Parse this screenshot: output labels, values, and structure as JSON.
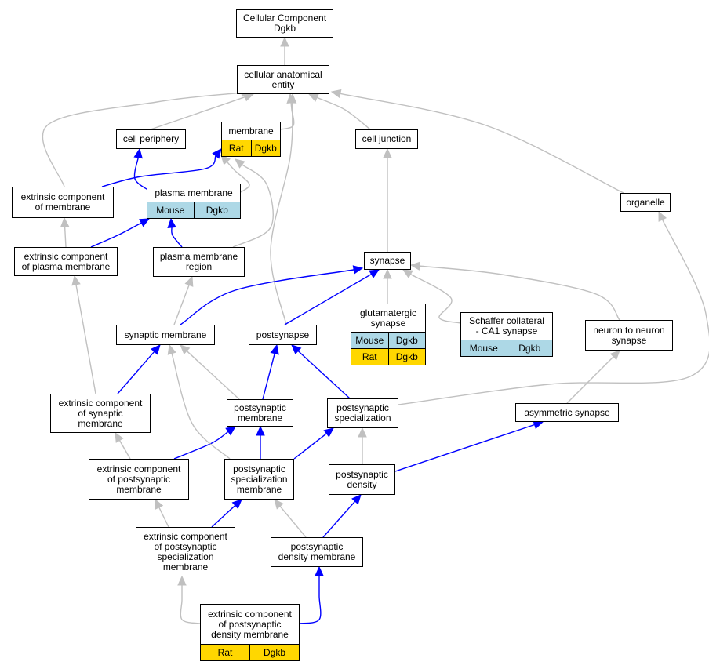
{
  "colors": {
    "gray_edge": "#c0c0c0",
    "blue_edge": "#0000ff",
    "mouse_fill": "#add8e6",
    "rat_fill": "#ffd700"
  },
  "nodes": {
    "root": {
      "label": "Cellular Component\nDgkb"
    },
    "cae": {
      "label": "cellular anatomical\nentity"
    },
    "cp": {
      "label": "cell periphery"
    },
    "mem": {
      "label": "membrane",
      "rows": [
        [
          {
            "text": "Rat",
            "color": "rat"
          },
          {
            "text": "Dgkb",
            "color": "rat"
          }
        ]
      ]
    },
    "cj": {
      "label": "cell junction"
    },
    "ecm": {
      "label": "extrinsic component\nof membrane"
    },
    "pm": {
      "label": "plasma membrane",
      "rows": [
        [
          {
            "text": "Mouse",
            "color": "mouse"
          },
          {
            "text": "Dgkb",
            "color": "mouse"
          }
        ]
      ]
    },
    "org": {
      "label": "organelle"
    },
    "ecpm": {
      "label": "extrinsic component\nof plasma membrane"
    },
    "pmr": {
      "label": "plasma membrane\nregion"
    },
    "syn": {
      "label": "synapse"
    },
    "synm": {
      "label": "synaptic membrane"
    },
    "post": {
      "label": "postsynapse"
    },
    "glut": {
      "label": "glutamatergic\nsynapse",
      "rows": [
        [
          {
            "text": "Mouse",
            "color": "mouse"
          },
          {
            "text": "Dgkb",
            "color": "mouse"
          }
        ],
        [
          {
            "text": "Rat",
            "color": "rat"
          },
          {
            "text": "Dgkb",
            "color": "rat"
          }
        ]
      ]
    },
    "schaf": {
      "label": "Schaffer collateral\n- CA1 synapse",
      "rows": [
        [
          {
            "text": "Mouse",
            "color": "mouse"
          },
          {
            "text": "Dgkb",
            "color": "mouse"
          }
        ]
      ]
    },
    "n2n": {
      "label": "neuron to neuron\nsynapse"
    },
    "ecsm": {
      "label": "extrinsic component\nof synaptic\nmembrane"
    },
    "psm": {
      "label": "postsynaptic\nmembrane"
    },
    "pss": {
      "label": "postsynaptic\nspecialization"
    },
    "asym": {
      "label": "asymmetric synapse"
    },
    "ecpsm": {
      "label": "extrinsic component\nof postsynaptic\nmembrane"
    },
    "pssm": {
      "label": "postsynaptic\nspecialization\nmembrane"
    },
    "psd": {
      "label": "postsynaptic\ndensity"
    },
    "ecpssm": {
      "label": "extrinsic component\nof postsynaptic\nspecialization\nmembrane"
    },
    "psdm": {
      "label": "postsynaptic\ndensity membrane"
    },
    "ecpsdm": {
      "label": "extrinsic component\nof postsynaptic\ndensity membrane",
      "rows": [
        [
          {
            "text": "Rat",
            "color": "rat"
          },
          {
            "text": "Dgkb",
            "color": "rat"
          }
        ]
      ]
    }
  },
  "edges": [
    {
      "from": "cae",
      "to": "root",
      "kind": "gray"
    },
    {
      "from": "cp",
      "to": "cae",
      "kind": "gray"
    },
    {
      "from": "mem",
      "to": "cae",
      "kind": "gray"
    },
    {
      "from": "cj",
      "to": "cae",
      "kind": "gray"
    },
    {
      "from": "org",
      "to": "cae",
      "kind": "gray"
    },
    {
      "from": "ecm",
      "to": "cae",
      "kind": "gray"
    },
    {
      "from": "post",
      "to": "cae",
      "kind": "gray"
    },
    {
      "from": "pm",
      "to": "cp",
      "kind": "blue"
    },
    {
      "from": "pm",
      "to": "mem",
      "kind": "gray"
    },
    {
      "from": "ecm",
      "to": "mem",
      "kind": "blue"
    },
    {
      "from": "pmr",
      "to": "mem",
      "kind": "gray"
    },
    {
      "from": "pmr",
      "to": "pm",
      "kind": "blue"
    },
    {
      "from": "ecpm",
      "to": "ecm",
      "kind": "gray"
    },
    {
      "from": "ecpm",
      "to": "pm",
      "kind": "blue"
    },
    {
      "from": "syn",
      "to": "cj",
      "kind": "gray"
    },
    {
      "from": "synm",
      "to": "pmr",
      "kind": "gray"
    },
    {
      "from": "synm",
      "to": "syn",
      "kind": "blue"
    },
    {
      "from": "post",
      "to": "syn",
      "kind": "blue"
    },
    {
      "from": "glut",
      "to": "syn",
      "kind": "gray"
    },
    {
      "from": "schaf",
      "to": "syn",
      "kind": "gray"
    },
    {
      "from": "n2n",
      "to": "syn",
      "kind": "gray"
    },
    {
      "from": "pss",
      "to": "org",
      "kind": "gray"
    },
    {
      "from": "ecsm",
      "to": "ecpm",
      "kind": "gray"
    },
    {
      "from": "ecsm",
      "to": "synm",
      "kind": "blue"
    },
    {
      "from": "psm",
      "to": "synm",
      "kind": "gray"
    },
    {
      "from": "psm",
      "to": "post",
      "kind": "blue"
    },
    {
      "from": "pss",
      "to": "post",
      "kind": "blue"
    },
    {
      "from": "asym",
      "to": "n2n",
      "kind": "gray"
    },
    {
      "from": "ecpsm",
      "to": "ecsm",
      "kind": "gray"
    },
    {
      "from": "ecpsm",
      "to": "psm",
      "kind": "blue"
    },
    {
      "from": "pssm",
      "to": "synm",
      "kind": "gray"
    },
    {
      "from": "pssm",
      "to": "psm",
      "kind": "blue"
    },
    {
      "from": "pssm",
      "to": "pss",
      "kind": "blue"
    },
    {
      "from": "psd",
      "to": "pss",
      "kind": "gray"
    },
    {
      "from": "psd",
      "to": "asym",
      "kind": "blue"
    },
    {
      "from": "ecpssm",
      "to": "ecpsm",
      "kind": "gray"
    },
    {
      "from": "ecpssm",
      "to": "pssm",
      "kind": "blue"
    },
    {
      "from": "psdm",
      "to": "pssm",
      "kind": "gray"
    },
    {
      "from": "psdm",
      "to": "psd",
      "kind": "blue"
    },
    {
      "from": "ecpsdm",
      "to": "ecpssm",
      "kind": "gray"
    },
    {
      "from": "ecpsdm",
      "to": "psdm",
      "kind": "blue"
    }
  ]
}
